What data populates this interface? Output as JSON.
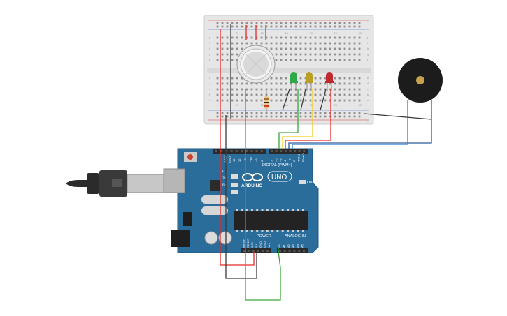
{
  "arduino": {
    "logo": "∞",
    "brand": "ARDUINO",
    "model": "UNO",
    "digital_label": "DIGITAL (PWM~)",
    "power_label": "POWER",
    "analog_label": "ANALOG IN",
    "on_label": "ON",
    "tx_label": "TX",
    "rx_label": "RX",
    "l_label": "L",
    "gnd_label": "GND",
    "aref_label": "AREF",
    "ioref_label": "IOREF",
    "digital_pins": [
      "13",
      "12",
      "~11",
      "~10",
      "~9",
      "8",
      "7",
      "~6",
      "~5",
      "4",
      "~3",
      "2",
      "TX►1",
      "RX◄0"
    ],
    "power_pins": [
      "RESET",
      "3.3V",
      "5V",
      "GND",
      "GND",
      "Vin"
    ],
    "analog_pins": [
      "A0",
      "A1",
      "A2",
      "A3",
      "A4",
      "A5"
    ]
  },
  "breadboard": {
    "row_letters_top": [
      "j",
      "i",
      "h",
      "g",
      "f"
    ],
    "row_letters_bottom": [
      "e",
      "d",
      "c",
      "b",
      "a"
    ],
    "column_numbers": [
      "1",
      "5",
      "10",
      "15",
      "20",
      "25",
      "30"
    ],
    "rail_plus": "+",
    "rail_minus": "-"
  },
  "components": {
    "leds": [
      {
        "id": "green",
        "color": "#2fa84a"
      },
      {
        "id": "yellow",
        "color": "#b9a024"
      },
      {
        "id": "red",
        "color": "#c0282d"
      }
    ],
    "sensor": {
      "type": "gas-sensor"
    },
    "buzzer": {
      "type": "piezo-buzzer"
    },
    "resistor": {
      "type": "resistor"
    }
  },
  "wire_colors": {
    "red": "#e52b26",
    "black": "#3a3a3a",
    "green": "#3aa83a",
    "yellow": "#f2cc1a",
    "blue": "#2b7fd1",
    "darkblue": "#2a5a9c"
  }
}
